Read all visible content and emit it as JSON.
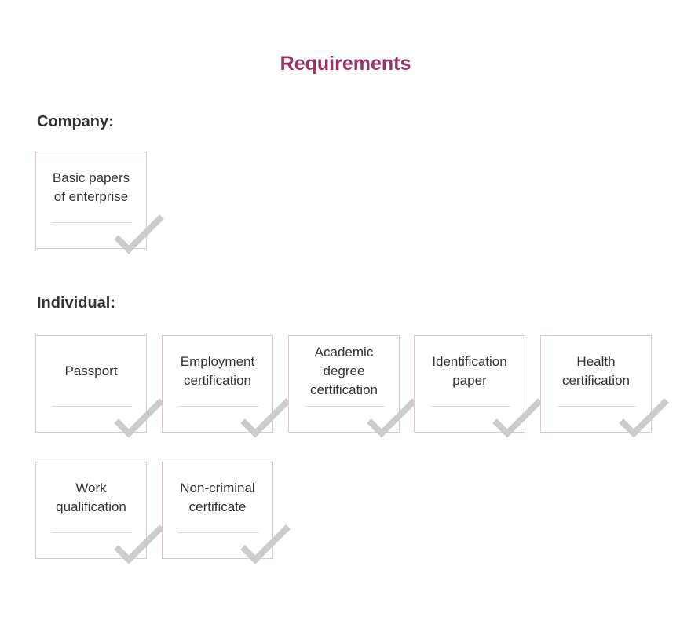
{
  "page": {
    "title": "Requirements"
  },
  "company": {
    "heading": "Company:",
    "items": [
      {
        "label": "Basic papers\nof enterprise"
      }
    ]
  },
  "individual": {
    "heading": "Individual:",
    "items": [
      {
        "label": "Passport"
      },
      {
        "label": "Employment\ncertification"
      },
      {
        "label": "Academic\ndegree\ncertification"
      },
      {
        "label": "Identification\npaper"
      },
      {
        "label": "Health\ncertification"
      },
      {
        "label": "Work\nqualification"
      },
      {
        "label": "Non-criminal\ncertificate"
      }
    ]
  },
  "colors": {
    "title": "#993366",
    "card_border": "#e3c6d2",
    "check": "#cccccc"
  },
  "icons": {
    "card_check": "check-icon"
  }
}
